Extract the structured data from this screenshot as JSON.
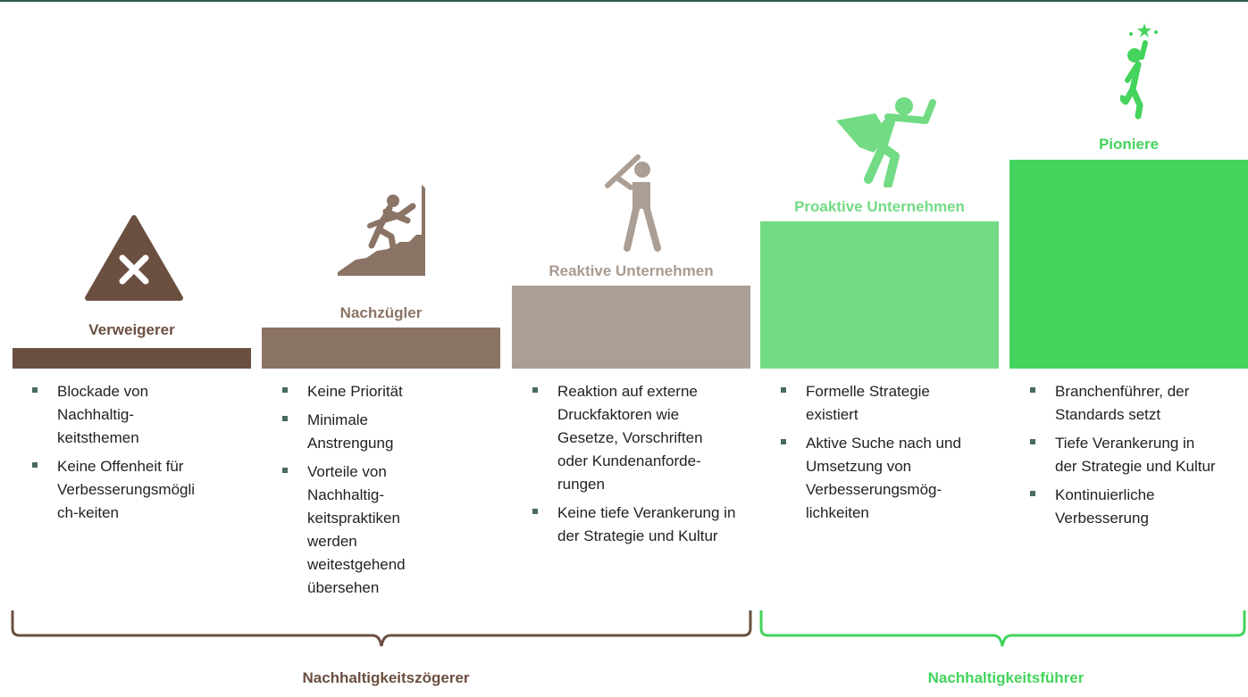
{
  "stages": [
    {
      "id": "verweigerer",
      "title": "Verweigerer",
      "color": "#6b4f40",
      "title_color": "#6b4f40",
      "icon": "warning-x-icon",
      "bullets": [
        "Blockade von Nachhaltig-keitsthemen",
        "Keine Offenheit für Verbesserungsmögli ch-keiten"
      ]
    },
    {
      "id": "nachzuegler",
      "title": "Nachzügler",
      "color": "#8b7466",
      "title_color": "#8b7466",
      "icon": "climber-icon",
      "bullets": [
        "Keine Priorität",
        "Minimale Anstrengung",
        "Vorteile von Nachhaltig-keitspraktiken werden weitestgehend übersehen"
      ]
    },
    {
      "id": "reaktive",
      "title": "Reaktive Unternehmen",
      "color": "#ab9e94",
      "title_color": "#a99a8f",
      "icon": "batter-icon",
      "bullets": [
        "Reaktion auf externe Druckfaktoren wie Gesetze, Vorschriften oder Kundenanforde-rungen",
        "Keine tiefe Verankerung in der Strategie und Kultur"
      ]
    },
    {
      "id": "proaktive",
      "title": "Proaktive Unternehmen",
      "color": "#72db84",
      "title_color": "#ffffff",
      "icon": "superhero-icon",
      "bullets": [
        "Formelle Strategie existiert",
        "Aktive Suche nach und Umsetzung von Verbesserungsmög-lichkeiten"
      ]
    },
    {
      "id": "pioniere",
      "title": "Pioniere",
      "color": "#44d35c",
      "title_color": "#44d35c",
      "icon": "star-reach-icon",
      "bullets": [
        "Branchenführer, der Standards setzt",
        "Tiefe Verankerung in der Strategie und Kultur",
        "Kontinuierliche Verbesserung"
      ]
    }
  ],
  "groups": [
    {
      "label": "Nachhaltigkeitszögerer",
      "color": "#6b4f40"
    },
    {
      "label": "Nachhaltigkeitsführer",
      "color": "#44d35c"
    }
  ]
}
